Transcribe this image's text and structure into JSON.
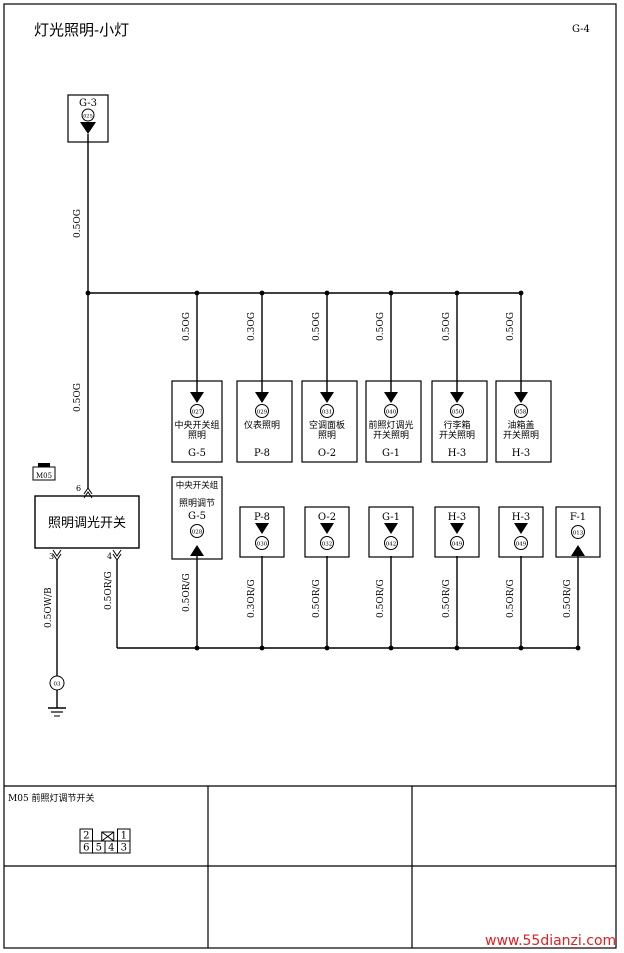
{
  "header": {
    "title": "灯光照明-小灯",
    "page_code": "G-4"
  },
  "source": {
    "page": "G-3",
    "pin": "025"
  },
  "switch": {
    "connector": "M05",
    "label": "照明调光开关",
    "pin_top": "6",
    "pin_left": "3",
    "pin_right": "4"
  },
  "ground": {
    "pin": "03"
  },
  "wires": {
    "main_top": "0.5OG",
    "main_mid": "0.5OG",
    "ground": "0.5OW/B",
    "dim_out": "0.5OR/G",
    "top_branches": [
      "0.5OG",
      "0.3OG",
      "0.5OG",
      "0.5OG",
      "0.5OG",
      "0.5OG"
    ],
    "bottom_branches": [
      "0.5OR/G",
      "0.3OR/G",
      "0.5OR/G",
      "0.5OR/G",
      "0.5OR/G",
      "0.5OR/G",
      "0.5OR/G"
    ]
  },
  "top_loads": [
    {
      "pin": "027",
      "label1": "中央开关组",
      "label2": "照明",
      "code": "G-5"
    },
    {
      "pin": "029",
      "label1": "仪表照明",
      "label2": "",
      "code": "P-8"
    },
    {
      "pin": "031",
      "label1": "空调面板",
      "label2": "照明",
      "code": "O-2"
    },
    {
      "pin": "040",
      "label1": "前照灯调光",
      "label2": "开关照明",
      "code": "G-1"
    },
    {
      "pin": "050",
      "label1": "行李箱",
      "label2": "开关照明",
      "code": "H-3"
    },
    {
      "pin": "058",
      "label1": "油箱盖",
      "label2": "开关照明",
      "code": "H-3"
    }
  ],
  "bottom_loads": [
    {
      "pin": "028",
      "label1": "中央开关组",
      "label2": "照明调节",
      "code": "G-5"
    },
    {
      "pin": "030",
      "code": "P-8"
    },
    {
      "pin": "032",
      "code": "O-2"
    },
    {
      "pin": "042",
      "code": "G-1"
    },
    {
      "pin": "049",
      "code": "H-3"
    },
    {
      "pin": "049",
      "code": "H-3"
    },
    {
      "pin": "013",
      "code": "F-1"
    }
  ],
  "connector_table": {
    "title": "M05 前照灯调节开关",
    "pins_top": [
      "2",
      "",
      "",
      "1"
    ],
    "pins_bottom": [
      "6",
      "5",
      "4",
      "3"
    ]
  },
  "watermark": "www.55dianzi.com",
  "colors": {
    "line": "#000000",
    "watermark": "#e02020"
  }
}
